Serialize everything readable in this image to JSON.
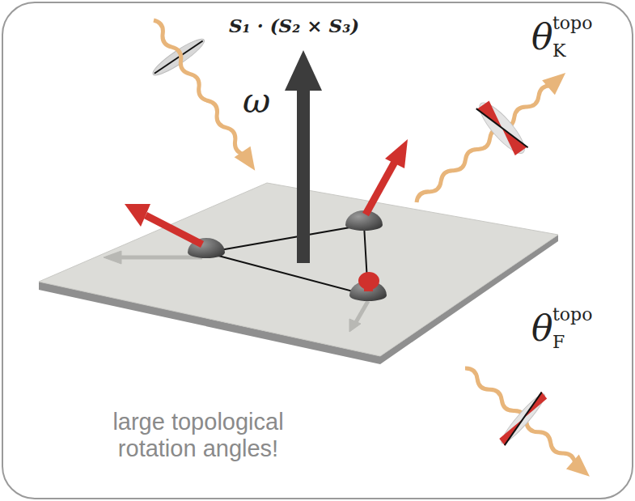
{
  "diagram": {
    "labels": [
      "S₁ · (S₂ × S₃)",
      "ω",
      "θ",
      "topo",
      "K",
      "θ",
      "topo",
      "F",
      "large topological rotation angles!"
    ]
  }
}
